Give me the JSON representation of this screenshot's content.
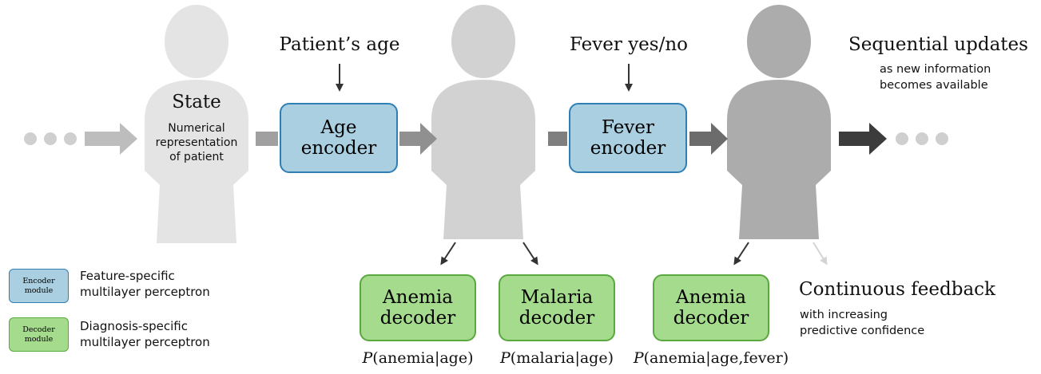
{
  "state": {
    "title": "State",
    "lines": [
      "Numerical",
      "representation",
      "of patient"
    ]
  },
  "inputs": {
    "age": "Patient’s age",
    "fever": "Fever yes/no"
  },
  "encoders": {
    "age": [
      "Age",
      "encoder"
    ],
    "fever": [
      "Fever",
      "encoder"
    ]
  },
  "decoders": [
    {
      "lines": [
        "Anemia",
        "decoder"
      ],
      "prob_var": "P",
      "prob_args": "(anemia|age)"
    },
    {
      "lines": [
        "Malaria",
        "decoder"
      ],
      "prob_var": "P",
      "prob_args": "(malaria|age)"
    },
    {
      "lines": [
        "Anemia",
        "decoder"
      ],
      "prob_var": "P",
      "prob_args": "(anemia|age,fever)"
    }
  ],
  "sequential": {
    "title": "Sequential updates",
    "lines": [
      "as new information",
      "becomes available"
    ]
  },
  "feedback": {
    "title": "Continuous feedback",
    "lines": [
      "with increasing",
      "predictive confidence"
    ]
  },
  "legend": {
    "encoder": {
      "box": [
        "Encoder",
        "module"
      ],
      "lines": [
        "Feature-specific",
        "multilayer perceptron"
      ]
    },
    "decoder": {
      "box": [
        "Decoder",
        "module"
      ],
      "lines": [
        "Diagnosis-specific",
        "multilayer perceptron"
      ]
    }
  },
  "colors": {
    "encoder_fill": "#a9cfe1",
    "encoder_border": "#2f7fb5",
    "decoder_fill": "#a4db8d",
    "decoder_border": "#5aa83f",
    "person_1": "#e4e4e4",
    "person_2": "#d2d2d2",
    "person_3": "#acacac"
  }
}
